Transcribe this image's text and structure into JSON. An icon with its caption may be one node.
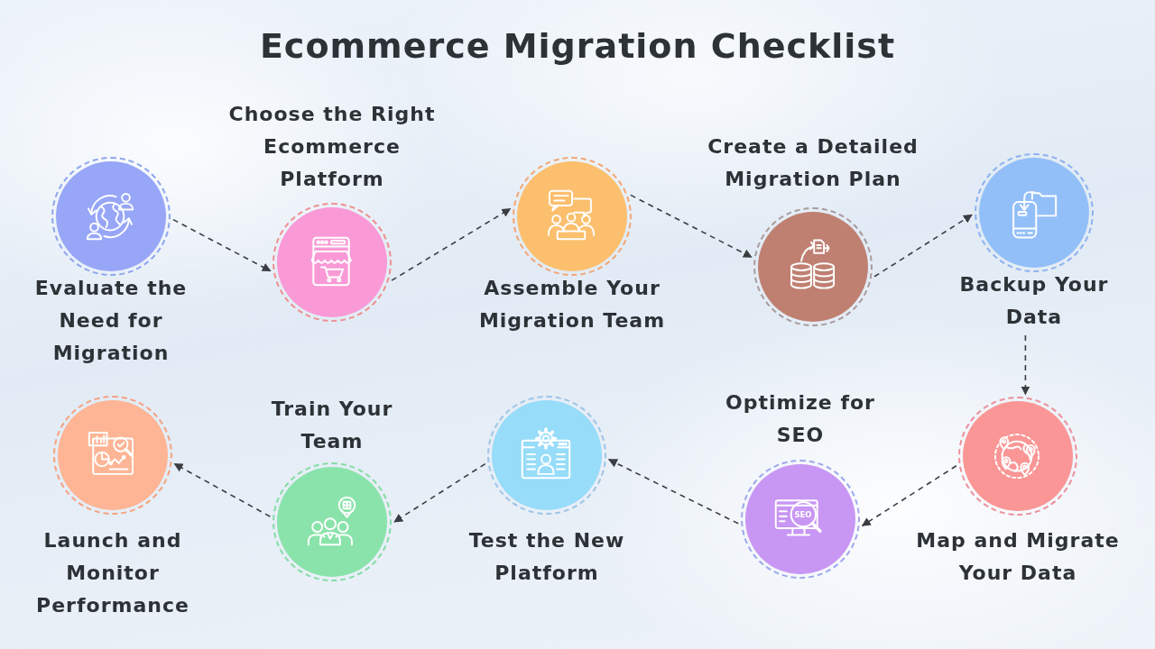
{
  "diagram": {
    "title": "Ecommerce Migration Checklist",
    "nodes": [
      {
        "text": [
          "Evaluate the Need for Migration"
        ]
      },
      {
        "text": [
          "Choose the Right Ecommerce Platform"
        ]
      },
      {
        "text": [
          "Assemble Your Migration Team"
        ]
      },
      {
        "text": [
          "Create a Detailed Migration Plan"
        ]
      },
      {
        "text": [
          "Backup Your Data"
        ]
      },
      {
        "text": [
          "Map and Migrate Your Data"
        ]
      },
      {
        "text": [
          "Optimize for SEO",
          "SEO"
        ]
      },
      {
        "text": [
          "Test the New Platform"
        ]
      },
      {
        "text": [
          "Train Your Team"
        ]
      },
      {
        "text": [
          "Launch and Monitor Performance"
        ]
      }
    ],
    "edges": [
      {
        "from": 0,
        "to": 1,
        "arrow": "to",
        "style": "dashed"
      },
      {
        "from": 1,
        "to": 2,
        "arrow": "to",
        "style": "dashed"
      },
      {
        "from": 2,
        "to": 3,
        "arrow": "to",
        "style": "dashed"
      },
      {
        "from": 3,
        "to": 4,
        "arrow": "to",
        "style": "dashed"
      },
      {
        "from": 4,
        "to": 5,
        "arrow": "to",
        "style": "dashed"
      },
      {
        "from": 5,
        "to": 6,
        "arrow": "to",
        "style": "dashed"
      },
      {
        "from": 6,
        "to": 7,
        "arrow": "to",
        "style": "dashed"
      },
      {
        "from": 7,
        "to": 8,
        "arrow": "to",
        "style": "dashed"
      },
      {
        "from": 8,
        "to": 9,
        "arrow": "to",
        "style": "dashed"
      }
    ]
  }
}
